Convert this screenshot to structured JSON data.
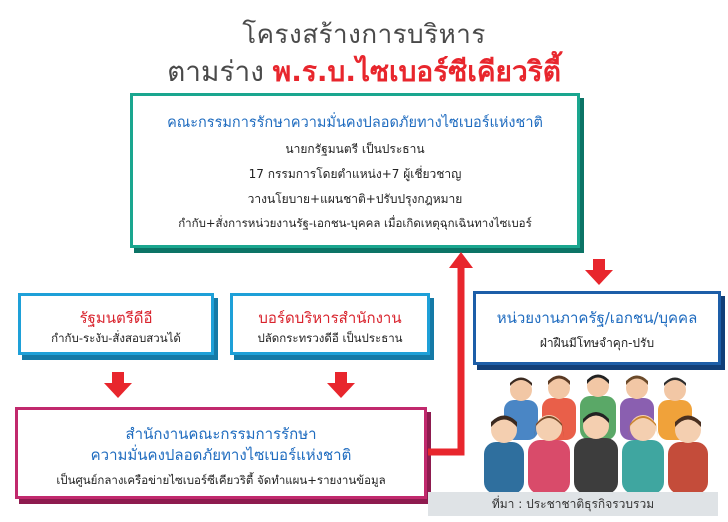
{
  "title": {
    "line1": "โครงสร้างการบริหาร",
    "line2_prefix": "ตามร่าง",
    "line2_highlight": "พ.ร.บ.ไซเบอร์ซีเคียวริตี้"
  },
  "national_committee": {
    "heading": "คณะกรรมการรักษาความมั่นคงปลอดภัยทางไซเบอร์แห่งชาติ",
    "lines": [
      "นายกรัฐมนตรี เป็นประธาน",
      "17 กรรมการโดยตำแหน่ง+7 ผู้เชี่ยวชาญ",
      "วางนโยบาย+แผนชาติ+ปรับปรุงกฎหมาย",
      "กำกับ+สั่งการหน่วยงานรัฐ-เอกชน-บุคคล เมื่อเกิดเหตุฉุกเฉินทางไซเบอร์"
    ]
  },
  "minister": {
    "heading": "รัฐมนตรีดีอี",
    "line": "กำกับ-ระงับ-สั่งสอบสวนได้"
  },
  "board": {
    "heading": "บอร์ดบริหารสำนักงาน",
    "line": "ปลัดกระทรวงดีอี เป็นประธาน"
  },
  "agencies": {
    "heading": "หน่วยงานภาครัฐ/เอกชน/บุคคล",
    "line": "ฝ่าฝืนมีโทษจำคุก-ปรับ"
  },
  "office": {
    "heading_line1": "สำนักงานคณะกรรมการรักษา",
    "heading_line2": "ความมั่นคงปลอดภัยทางไซเบอร์แห่งชาติ",
    "line": "เป็นศูนย์กลางเครือข่ายไซเบอร์ซีเคียวริตี้ จัดทำแผน+รายงานข้อมูล"
  },
  "source": "ที่มา : ประชาชาติธุรกิจรวบรวม",
  "colors": {
    "teal": "#1aa68f",
    "navy": "#1d5ea8",
    "sky": "#1ea0d8",
    "magenta": "#c1296d",
    "red": "#e8262d"
  }
}
